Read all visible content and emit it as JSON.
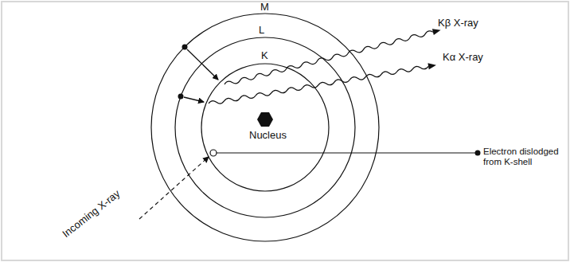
{
  "diagram": {
    "labels": [
      "M",
      "L",
      "K",
      "Nucleus",
      "Kβ X-ray",
      "Kα X-ray",
      "Electron dislodged from K-shell",
      "Incoming X-ray"
    ]
  }
}
